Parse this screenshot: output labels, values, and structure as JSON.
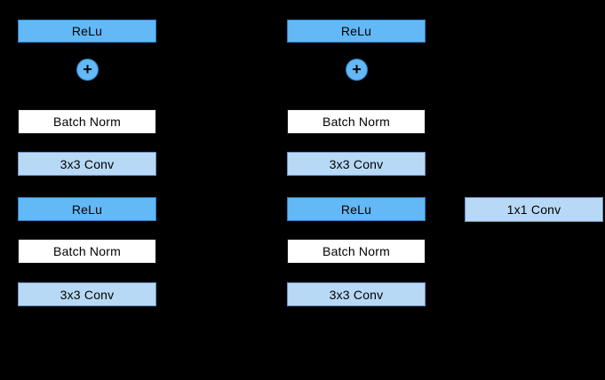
{
  "diagram_type": "resnet-residual-blocks",
  "background_color": "#000000",
  "colors": {
    "relu_fill": "#63b8f6",
    "relu_border": "#2e7cbd",
    "conv_fill": "#b7d9f6",
    "conv_border": "#6c8ebf",
    "batch_norm_fill": "#ffffff",
    "batch_norm_border": "#111111",
    "text": "#000000"
  },
  "blocks": {
    "left": {
      "relu_top": "ReLu",
      "add_symbol": "+",
      "batch_norm_1": "Batch Norm",
      "conv_1": "3x3 Conv",
      "relu_mid": "ReLu",
      "batch_norm_2": "Batch Norm",
      "conv_2": "3x3 Conv"
    },
    "right": {
      "relu_top": "ReLu",
      "add_symbol": "+",
      "batch_norm_1": "Batch Norm",
      "conv_1": "3x3 Conv",
      "relu_mid": "ReLu",
      "batch_norm_2": "Batch Norm",
      "conv_2": "3x3 Conv"
    },
    "shortcut": {
      "conv": "1x1 Conv"
    }
  }
}
